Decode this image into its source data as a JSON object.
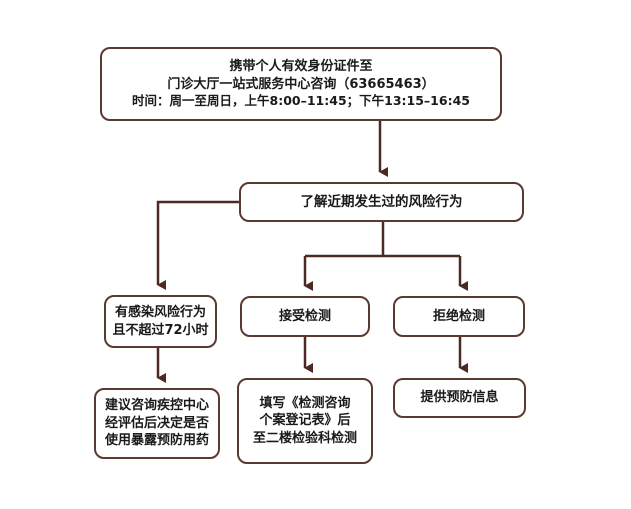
{
  "top": {
    "line1": "携带个人有效身份证件至",
    "line2": "门诊大厅一站式服务中心咨询（63665463）",
    "line3": "时间：周一至周日，上午8:00–11:45；下午13:15–16:45"
  },
  "risk": {
    "label": "了解近期发生过的风险行为"
  },
  "exposure": {
    "line1": "有感染风险行为",
    "line2": "且不超过72小时"
  },
  "accept": {
    "label": "接受检测"
  },
  "refuse": {
    "label": "拒绝检测"
  },
  "consult": {
    "line1": "建议咨询疾控中心",
    "line2": "经评估后决定是否",
    "line3": "使用暴露预防用药"
  },
  "form": {
    "line1": "填写《检测咨询",
    "line2": "个案登记表》后",
    "line3": "至二楼检验科检测"
  },
  "prevent": {
    "label": "提供预防信息"
  },
  "colors": {
    "border": "#5a3a2e",
    "arrow": "#4a2a22"
  }
}
